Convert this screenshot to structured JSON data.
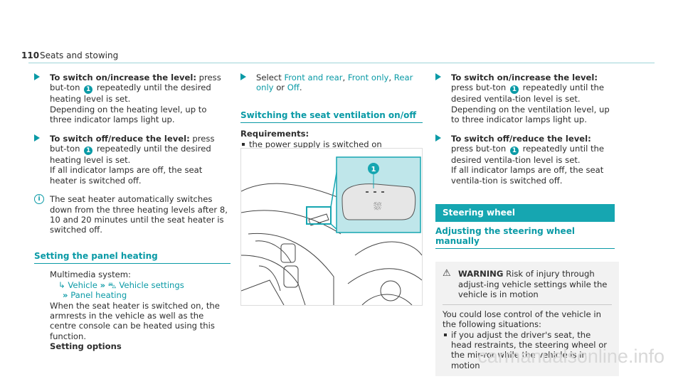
{
  "header": {
    "page_number": "110",
    "title": "Seats and stowing"
  },
  "col1": {
    "step1": {
      "lead": "To switch on/increase the level:",
      "text_a": "press but-ton",
      "marker": "1",
      "text_b": "repeatedly until the desired heating level is set.",
      "text_c": "Depending on the heating level, up to three indicator lamps light up."
    },
    "step2": {
      "lead": "To switch off/reduce the level:",
      "text_a": "press but-ton",
      "marker": "1",
      "text_b": "repeatedly until the desired heating level is set.",
      "text_c": "If all indicator lamps are off, the seat heater is switched off."
    },
    "note": {
      "icon": "i",
      "text": "The seat heater automatically switches down from the three heating levels after 8, 10 and 20 minutes until the seat heater is switched off."
    },
    "section_title": "Setting the panel heating",
    "menu_intro": "Multimedia system:",
    "path": {
      "item1": "Vehicle",
      "item2": "Vehicle settings",
      "item3": "Panel heating"
    },
    "body": "When the seat heater is switched on, the armrests in the vehicle as well as the centre console can be heated using this function.",
    "options_label": "Setting options"
  },
  "col2": {
    "select_step": {
      "pre": "Select",
      "opt1": "Front and rear",
      "opt2": "Front only",
      "opt3": "Rear only",
      "conj": "or",
      "opt4": "Off",
      "end": "."
    },
    "section_title": "Switching the seat ventilation on/off",
    "req_label": "Requirements:",
    "req_item": "the power supply is switched on",
    "figure_marker": "1"
  },
  "col3": {
    "step1": {
      "lead": "To switch on/increase the level:",
      "text_a": "press but-ton",
      "marker": "1",
      "text_b": "repeatedly until the desired ventila-tion level is set.",
      "text_c": "Depending on the ventilation level, up to three indicator lamps light up."
    },
    "step2": {
      "lead": "To switch off/reduce the level:",
      "text_a": "press but-ton",
      "marker": "1",
      "text_b": "repeatedly until the desired ventila-tion level is set.",
      "text_c": "If all indicator lamps are off, the seat ventila-tion is switched off."
    },
    "band_title": "Steering wheel",
    "section_title": "Adjusting the steering wheel manually",
    "warning": {
      "label": "WARNING",
      "text": "Risk of injury through adjust-ing vehicle settings while the vehicle is in motion",
      "body": "You could lose control of the vehicle in the following situations:",
      "bullet": "if you adjust the driver's seat, the head restraints, the steering wheel or the mir-ror while the vehicle is in motion"
    }
  },
  "footer": {
    "watermark": "carmanualsonline.info"
  }
}
